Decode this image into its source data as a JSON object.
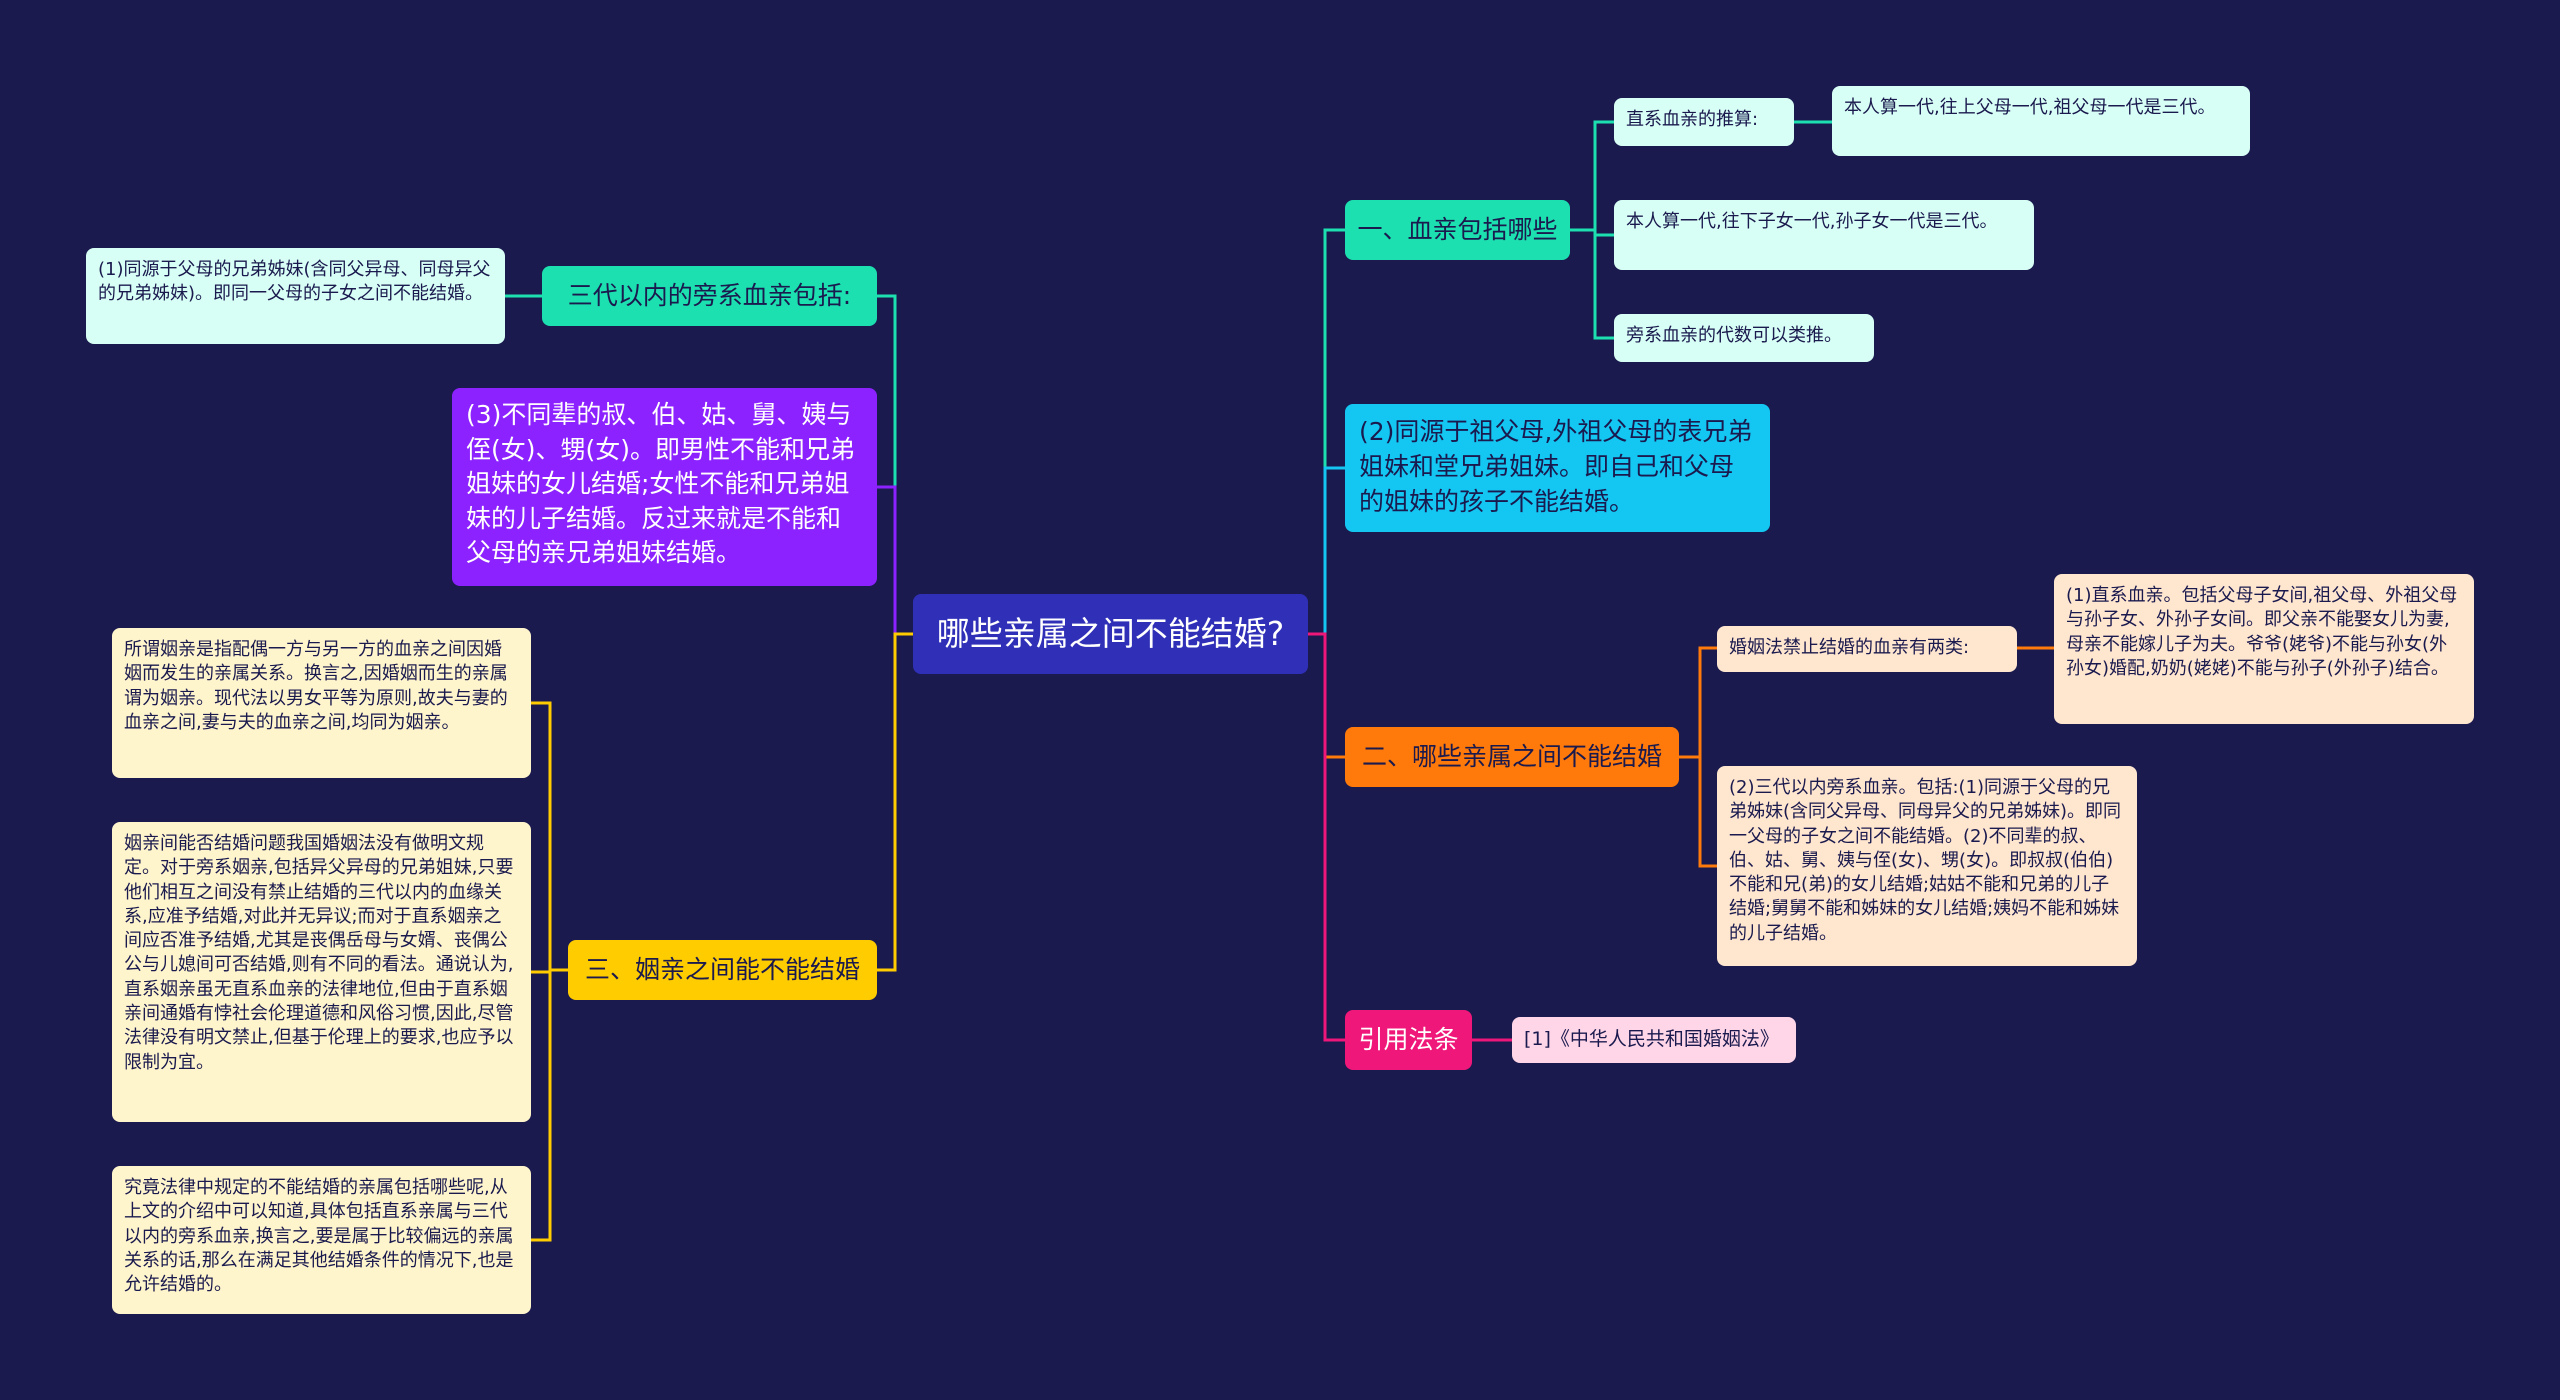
{
  "mindmap": {
    "root": "哪些亲属之间不能结婚?",
    "right": {
      "b1": {
        "label": "一、血亲包括哪些",
        "leaves": [
          {
            "label": "直系血亲的推算:",
            "child": "本人算一代,往上父母一代,祖父母一代是三代。"
          },
          {
            "label": "本人算一代,往下子女一代,孙子女一代是三代。"
          },
          {
            "label": "旁系血亲的代数可以类推。"
          }
        ]
      },
      "b2": {
        "label": "(2)同源于祖父母,外祖父母的表兄弟姐妹和堂兄弟姐妹。即自己和父母的姐妹的孩子不能结婚。"
      },
      "b3": {
        "label": "二、哪些亲属之间不能结婚",
        "leaves": [
          {
            "label": "婚姻法禁止结婚的血亲有两类:",
            "child": "(1)直系血亲。包括父母子女间,祖父母、外祖父母与孙子女、外孙子女间。即父亲不能娶女儿为妻,母亲不能嫁儿子为夫。爷爷(姥爷)不能与孙女(外孙女)婚配,奶奶(姥姥)不能与孙子(外孙子)结合。"
          },
          {
            "label": "(2)三代以内旁系血亲。包括:(1)同源于父母的兄弟姊妹(含同父异母、同母异父的兄弟姊妹)。即同一父母的子女之间不能结婚。(2)不同辈的叔、伯、姑、舅、姨与侄(女)、甥(女)。即叔叔(伯伯)不能和兄(弟)的女儿结婚;姑姑不能和兄弟的儿子结婚;舅舅不能和姊妹的女儿结婚;姨妈不能和姊妹的儿子结婚。"
          }
        ]
      },
      "b4": {
        "label": "引用法条",
        "leaves": [
          {
            "label": "[1]《中华人民共和国婚姻法》"
          }
        ]
      }
    },
    "left": {
      "b5": {
        "label": "三代以内的旁系血亲包括:",
        "leaves": [
          {
            "label": "(1)同源于父母的兄弟姊妹(含同父异母、同母异父的兄弟姊妹)。即同一父母的子女之间不能结婚。"
          }
        ]
      },
      "b6": {
        "label": "(3)不同辈的叔、伯、姑、舅、姨与侄(女)、甥(女)。即男性不能和兄弟姐妹的女儿结婚;女性不能和兄弟姐妹的儿子结婚。反过来就是不能和父母的亲兄弟姐妹结婚。"
      },
      "b7": {
        "label": "三、姻亲之间能不能结婚",
        "leaves": [
          {
            "label": "所谓姻亲是指配偶一方与另一方的血亲之间因婚姻而发生的亲属关系。换言之,因婚姻而生的亲属谓为姻亲。现代法以男女平等为原则,故夫与妻的血亲之间,妻与夫的血亲之间,均同为姻亲。"
          },
          {
            "label": "姻亲间能否结婚问题我国婚姻法没有做明文规定。对于旁系姻亲,包括异父异母的兄弟姐妹,只要他们相互之间没有禁止结婚的三代以内的血缘关系,应准予结婚,对此并无异议;而对于直系姻亲之间应否准予结婚,尤其是丧偶岳母与女婿、丧偶公公与儿媳间可否结婚,则有不同的看法。通说认为,直系姻亲虽无直系血亲的法律地位,但由于直系姻亲间通婚有悖社会伦理道德和风俗习惯,因此,尽管法律没有明文禁止,但基于伦理上的要求,也应予以限制为宜。"
          },
          {
            "label": "究竟法律中规定的不能结婚的亲属包括哪些呢,从上文的介绍中可以知道,具体包括直系亲属与三代以内的旁系血亲,换言之,要是属于比较偏远的亲属关系的话,那么在满足其他结婚条件的情况下,也是允许结婚的。"
          }
        ]
      }
    },
    "colors": {
      "background": "#1a1a4e",
      "root": "#2f2fb7",
      "b1": "#1de0b0",
      "b1_leaf": "#d8fff5",
      "b2": "#14c6f2",
      "b3": "#ff7a0a",
      "b3_leaf": "#ffe6cf",
      "b4": "#f0177a",
      "b4_leaf": "#ffd6e8",
      "b5": "#1de0b0",
      "b5_leaf": "#d8fff5",
      "b6": "#8c22ff",
      "b7": "#ffcc00",
      "b7_leaf": "#fff5cc"
    }
  }
}
